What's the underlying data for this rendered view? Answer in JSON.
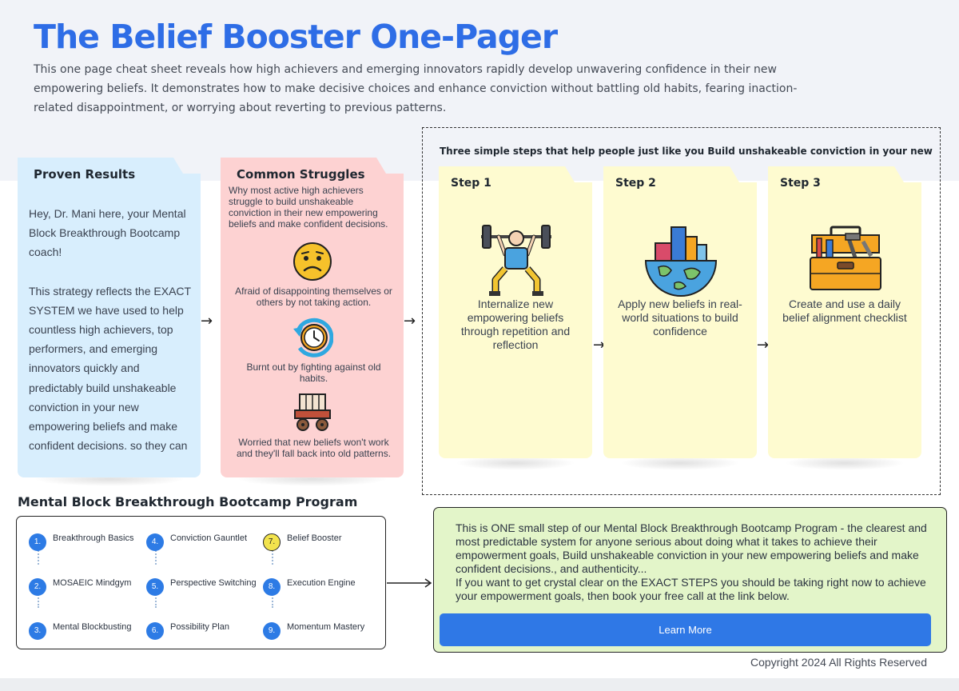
{
  "header": {
    "title": "The Belief Booster One-Pager",
    "intro": "This one page cheat sheet reveals how high achievers and emerging innovators rapidly develop unwavering confidence in their new empowering beliefs. It demonstrates how to make decisive choices and enhance conviction without battling old habits, fearing inaction-related disappointment, or worrying about reverting to previous patterns."
  },
  "proven": {
    "title": "Proven Results",
    "p1": "Hey, Dr. Mani here, your Mental Block Breakthrough Bootcamp coach!",
    "p2": "This strategy reflects the EXACT SYSTEM we have used to help countless high achievers, top performers, and emerging innovators quickly and predictably build unshakeable conviction in your new empowering beliefs and make confident decisions. so they can"
  },
  "struggles": {
    "title": "Common Struggles",
    "subtitle": "Why most active high achievers struggle to build unshakeable conviction in their new empowering beliefs and make confident decisions.",
    "items": [
      {
        "icon": "sad-face-icon",
        "text": "Afraid of disappointing themselves or others by not taking action."
      },
      {
        "icon": "clock-icon",
        "text": "Burnt out by fighting against old habits."
      },
      {
        "icon": "cart-icon",
        "text": "Worried that new beliefs won't work and they'll fall back into old patterns."
      }
    ]
  },
  "steps": {
    "heading": "Three simple steps that help people just like you Build unshakeable conviction in your new",
    "items": [
      {
        "title": "Step 1",
        "icon": "weightlifter-icon",
        "text": "Internalize new empowering beliefs through repetition and reflection"
      },
      {
        "title": "Step 2",
        "icon": "globe-city-icon",
        "text": "Apply new beliefs in real-world situations to build confidence"
      },
      {
        "title": "Step 3",
        "icon": "toolbox-icon",
        "text": "Create and use a daily belief alignment checklist"
      }
    ]
  },
  "program": {
    "title": "Mental Block Breakthrough Bootcamp Program",
    "items": [
      {
        "num": "1.",
        "label": "Breakthrough Basics"
      },
      {
        "num": "2.",
        "label": "MOSAEIC Mindgym"
      },
      {
        "num": "3.",
        "label": "Mental Blockbusting"
      },
      {
        "num": "4.",
        "label": "Conviction Gauntlet"
      },
      {
        "num": "5.",
        "label": "Perspective Switching"
      },
      {
        "num": "6.",
        "label": "Possibility Plan"
      },
      {
        "num": "7.",
        "label": "Belief Booster"
      },
      {
        "num": "8.",
        "label": "Execution Engine"
      },
      {
        "num": "9.",
        "label": "Momentum Mastery"
      }
    ]
  },
  "cta": {
    "text1": "This is ONE small step of our Mental Block Breakthrough Bootcamp Program - the clearest and most predictable system for anyone serious about doing what it takes to achieve their empowerment goals, Build unshakeable conviction in your new empowering beliefs and make confident decisions., and authenticity...",
    "text2": "If you want to get crystal clear on the EXACT STEPS you should be taking right now to achieve your empowerment goals, then book your free call at the link below.",
    "button": "Learn More"
  },
  "footer": {
    "copyright": "Copyright 2024 All Rights Reserved"
  },
  "colors": {
    "accent": "#2e6de6",
    "proven_bg": "#d8eefd",
    "struggles_bg": "#fdd2d2",
    "steps_bg": "#fefbd0",
    "cta_bg": "#e3f5c9",
    "button": "#2f78e6",
    "active_step": "#f2e34d"
  }
}
